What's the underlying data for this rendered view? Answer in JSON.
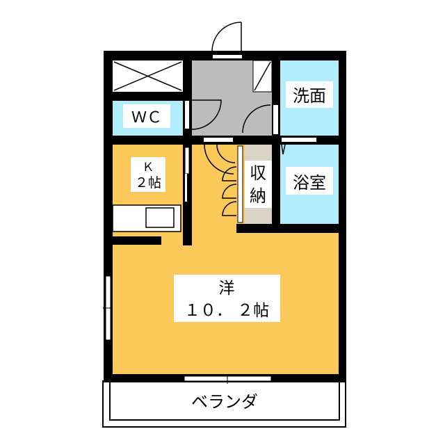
{
  "colors": {
    "wall": "#000000",
    "room_western": "#fbc85a",
    "room_wet": "#b0ecfc",
    "entrance": "#bcbcbc",
    "storage": "#d8d4c8"
  },
  "rooms": {
    "wc": "ＷＣ",
    "washroom": "洗面",
    "bathroom": "浴室",
    "storage_line1": "収",
    "storage_line2": "納",
    "kitchen_line1": "Ｋ",
    "kitchen_line2": "２帖",
    "western_line1": "洋",
    "western_line2": "１０． ２帖",
    "veranda": "ベランダ"
  }
}
